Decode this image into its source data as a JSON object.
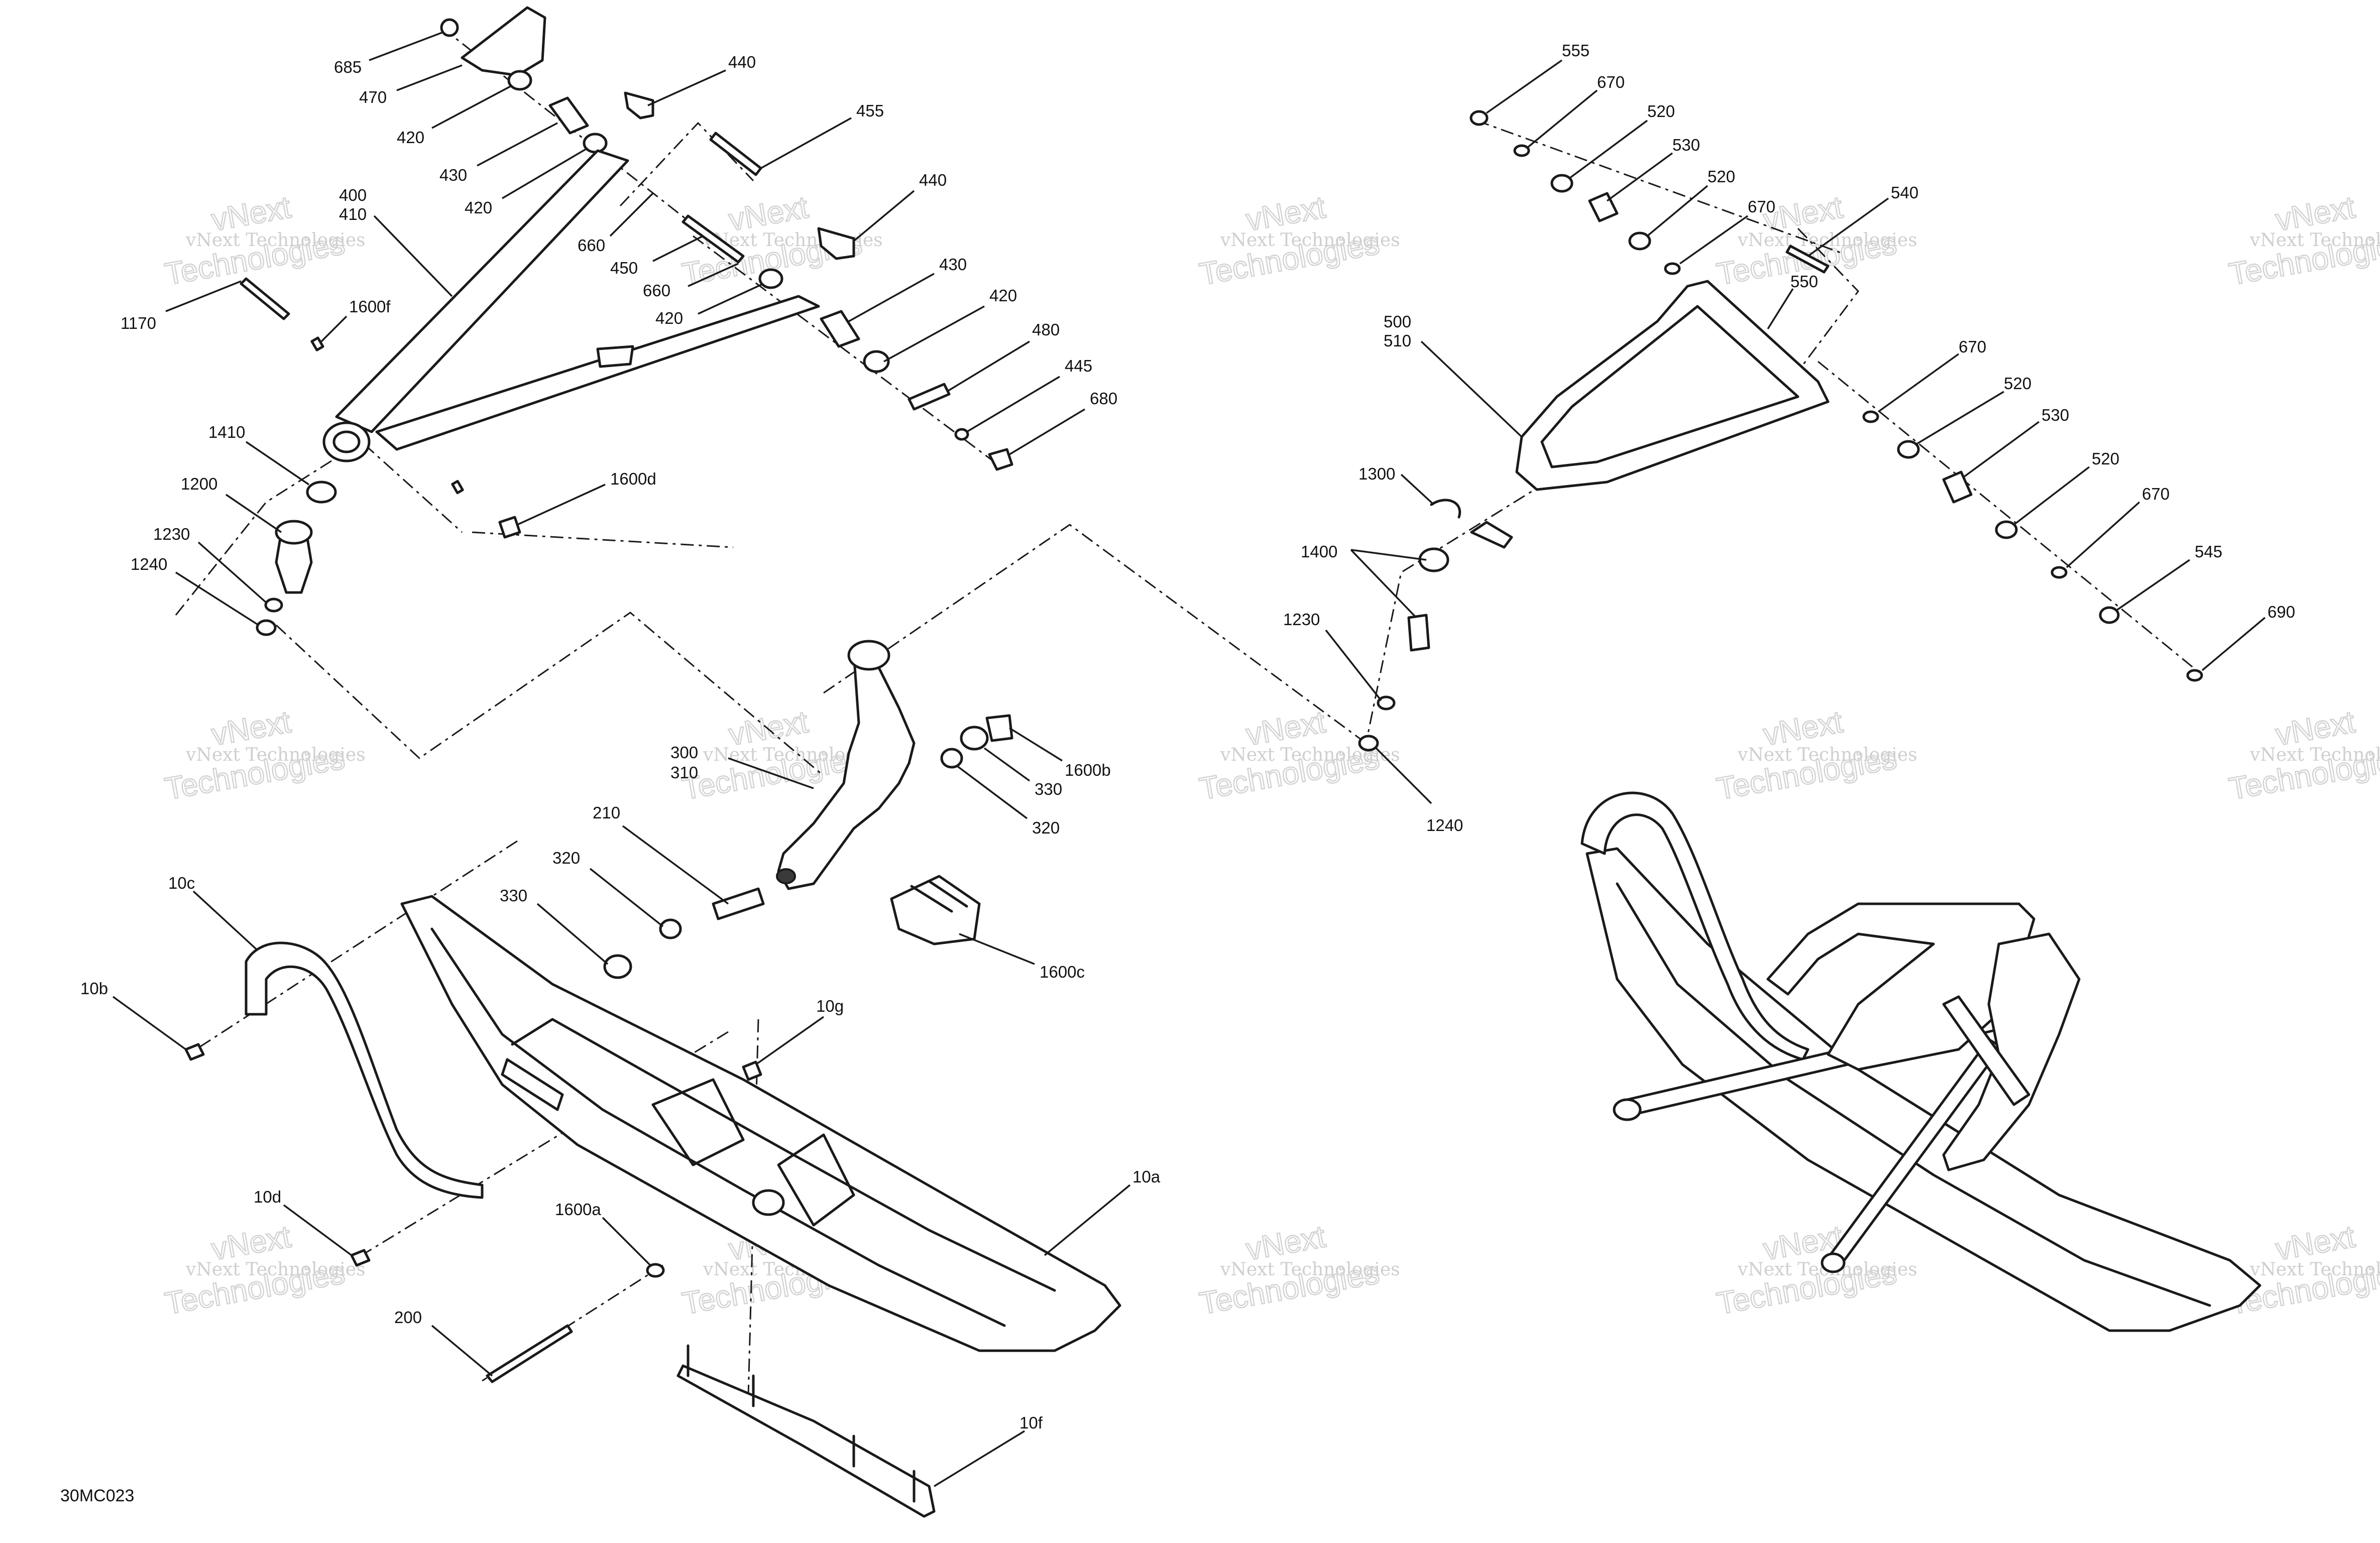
{
  "drawing_id": "30MC023",
  "watermark": {
    "line1": "vNext Technologies",
    "line2": "vNext",
    "line3": "Technologies"
  },
  "callouts": [
    {
      "id": "c685",
      "text": "685"
    },
    {
      "id": "c470",
      "text": "470"
    },
    {
      "id": "c420a",
      "text": "420"
    },
    {
      "id": "c430a",
      "text": "430"
    },
    {
      "id": "c420b",
      "text": "420"
    },
    {
      "id": "c440a",
      "text": "440"
    },
    {
      "id": "c455",
      "text": "455"
    },
    {
      "id": "c400",
      "text": "400"
    },
    {
      "id": "c410",
      "text": "410"
    },
    {
      "id": "c660a",
      "text": "660"
    },
    {
      "id": "c440b",
      "text": "440"
    },
    {
      "id": "c450",
      "text": "450"
    },
    {
      "id": "c660b",
      "text": "660"
    },
    {
      "id": "c420c",
      "text": "420"
    },
    {
      "id": "c430b",
      "text": "430"
    },
    {
      "id": "c420d",
      "text": "420"
    },
    {
      "id": "c480",
      "text": "480"
    },
    {
      "id": "c445",
      "text": "445"
    },
    {
      "id": "c680",
      "text": "680"
    },
    {
      "id": "c1170",
      "text": "1170"
    },
    {
      "id": "c1600f",
      "text": "1600f"
    },
    {
      "id": "c1410",
      "text": "1410"
    },
    {
      "id": "c1200",
      "text": "1200"
    },
    {
      "id": "c1600d",
      "text": "1600d"
    },
    {
      "id": "c1230a",
      "text": "1230"
    },
    {
      "id": "c1240a",
      "text": "1240"
    },
    {
      "id": "c300",
      "text": "300"
    },
    {
      "id": "c310",
      "text": "310"
    },
    {
      "id": "c1600b",
      "text": "1600b"
    },
    {
      "id": "c330a",
      "text": "330"
    },
    {
      "id": "c320a",
      "text": "320"
    },
    {
      "id": "c210",
      "text": "210"
    },
    {
      "id": "c320b",
      "text": "320"
    },
    {
      "id": "c330b",
      "text": "330"
    },
    {
      "id": "c1600c",
      "text": "1600c"
    },
    {
      "id": "c10c",
      "text": "10c"
    },
    {
      "id": "c10b",
      "text": "10b"
    },
    {
      "id": "c10g",
      "text": "10g"
    },
    {
      "id": "c10a",
      "text": "10a"
    },
    {
      "id": "c10d",
      "text": "10d"
    },
    {
      "id": "c1600a",
      "text": "1600a"
    },
    {
      "id": "c200",
      "text": "200"
    },
    {
      "id": "c10f",
      "text": "10f"
    },
    {
      "id": "c555",
      "text": "555"
    },
    {
      "id": "c670a",
      "text": "670"
    },
    {
      "id": "c520a",
      "text": "520"
    },
    {
      "id": "c530a",
      "text": "530"
    },
    {
      "id": "c520b",
      "text": "520"
    },
    {
      "id": "c670b",
      "text": "670"
    },
    {
      "id": "c540",
      "text": "540"
    },
    {
      "id": "c550",
      "text": "550"
    },
    {
      "id": "c500",
      "text": "500"
    },
    {
      "id": "c510",
      "text": "510"
    },
    {
      "id": "c670c",
      "text": "670"
    },
    {
      "id": "c520c",
      "text": "520"
    },
    {
      "id": "c530b",
      "text": "530"
    },
    {
      "id": "c520d",
      "text": "520"
    },
    {
      "id": "c670d",
      "text": "670"
    },
    {
      "id": "c545",
      "text": "545"
    },
    {
      "id": "c690",
      "text": "690"
    },
    {
      "id": "c1300",
      "text": "1300"
    },
    {
      "id": "c1400",
      "text": "1400"
    },
    {
      "id": "c1230b",
      "text": "1230"
    },
    {
      "id": "c1240b",
      "text": "1240"
    }
  ]
}
